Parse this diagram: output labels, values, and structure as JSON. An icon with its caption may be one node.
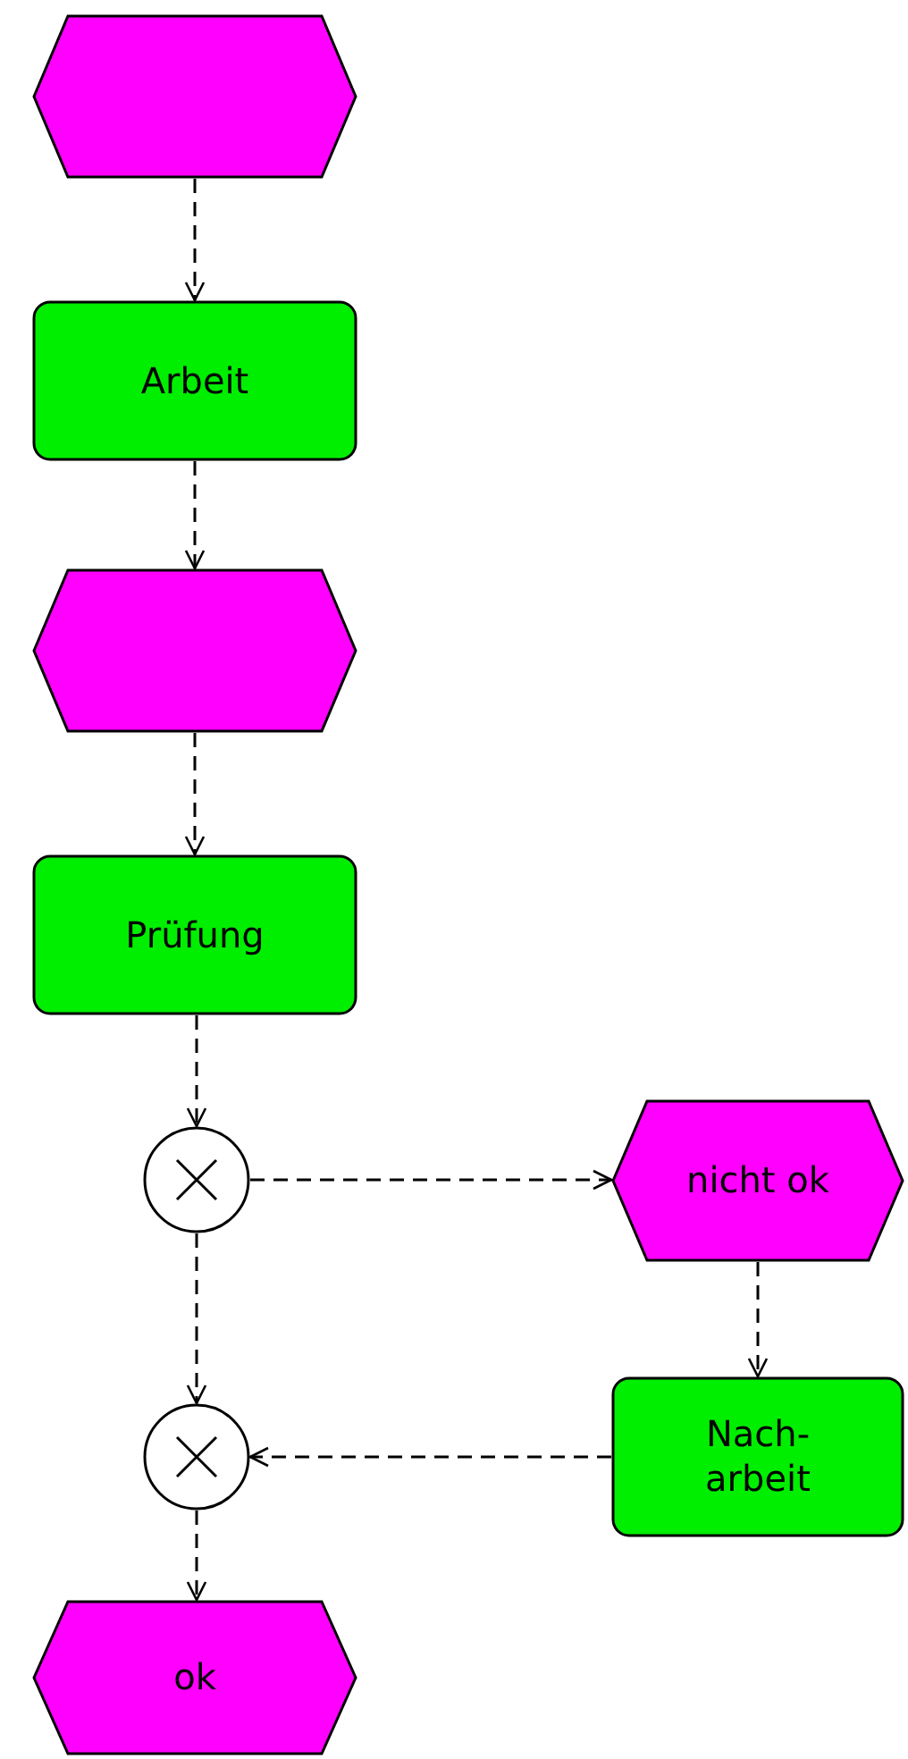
{
  "diagram": {
    "nodes": [
      {
        "text": [],
        "shape": "hexagon"
      },
      {
        "text": [
          "Arbeit"
        ]
      },
      {
        "text": [],
        "shape": "hexagon"
      },
      {
        "text": [
          "Prüfung"
        ]
      },
      {
        "text": [],
        "shape": "circle"
      },
      {
        "text": [
          "nicht ok"
        ]
      },
      {
        "text": [],
        "shape": "circle"
      },
      {
        "text": [
          "Nach- arbeit"
        ]
      },
      {
        "text": [
          "ok"
        ]
      }
    ],
    "edges": [
      {
        "from": 0,
        "to": 1,
        "arrow": "to",
        "style": "dashed"
      },
      {
        "from": 1,
        "to": 2,
        "arrow": "to",
        "style": "dashed"
      },
      {
        "from": 2,
        "to": 3,
        "arrow": "to",
        "style": "dashed"
      },
      {
        "from": 3,
        "to": 4,
        "arrow": "to",
        "style": "dashed"
      },
      {
        "from": 4,
        "to": 5,
        "arrow": "to",
        "style": "dashed"
      },
      {
        "from": 4,
        "to": 6,
        "arrow": "to",
        "style": "dashed"
      },
      {
        "from": 5,
        "to": 7,
        "arrow": "to",
        "style": "dashed"
      },
      {
        "from": 7,
        "to": 6,
        "arrow": "to",
        "style": "dashed"
      },
      {
        "from": 6,
        "to": 8,
        "arrow": "to",
        "style": "dashed"
      }
    ]
  }
}
